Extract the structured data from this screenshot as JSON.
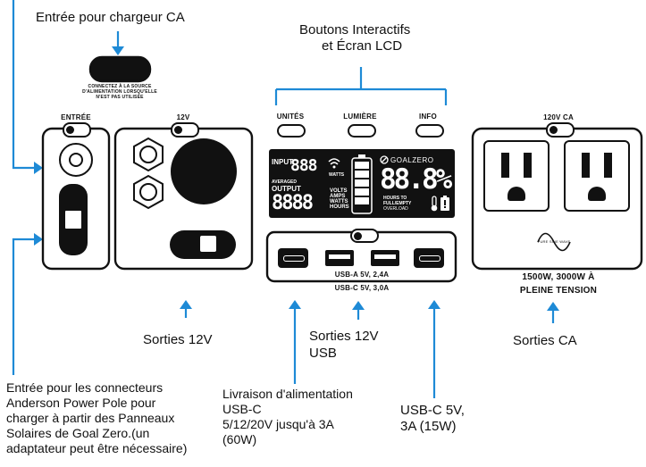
{
  "callouts": {
    "ac_charger_input": "Entrée pour chargeur CA",
    "buttons_lcd_line1": "Boutons Interactifs",
    "buttons_lcd_line2": "et Écran LCD",
    "outputs_12v": "Sorties 12V",
    "outputs_12v_usb_line1": "Sorties 12V",
    "outputs_12v_usb_line2": "USB",
    "outputs_ac": "Sorties CA",
    "anderson_input": "Entrée pour les connecteurs\nAnderson Power Pole pour\ncharger à partir des Panneaux\nSolaires de Goal Zero.(un\nadaptateur peut être nécessaire)",
    "usbc_pd": "Livraison d'alimentation\nUSB-C\n5/12/20V jusqu'à 3A\n(60W)",
    "usbc_5v": "USB-C 5V,\n3A (15W)"
  },
  "panel": {
    "charger_note": "CONNECTEZ À LA SOURCE\nD'ALIMENTATION LORSQU'ELLE\nN'EST PAS UTILISÉE",
    "entree_label": "ENTRÉE",
    "twelve_v_label": "12V",
    "btn_units": "UNITÉS",
    "btn_light": "LUMIÈRE",
    "btn_info": "INFO",
    "ac_label": "120V CA",
    "usb_spec_a": "USB-A 5V, 2,4A",
    "usb_spec_c": "USB-C 5V, 3,0A",
    "ac_spec_line1": "1500W, 3000W À",
    "ac_spec_line2": "PLEINE TENSION",
    "pure_sine": "PURE SINE WAVE"
  },
  "lcd": {
    "input": "INPUT",
    "input_digits": "888",
    "watts": "WATTS",
    "averaged": "AVERAGED",
    "output": "OUTPUT",
    "output_digits": "8888",
    "units_lines": "VOLTS\nAMPS\nWATTS\nHOURS",
    "brand": "GOALZERO",
    "percent": "88.8%",
    "hours_to": "HOURS TO",
    "full_empty": "FULL/EMPTY",
    "overload": "OVERLOAD"
  },
  "colors": {
    "accent": "#1e8ad6",
    "outline": "#111111",
    "lcd_background": "#111111"
  },
  "icons": [
    "wifi-icon",
    "battery-icon",
    "thermometer-icon",
    "battery-warning-icon",
    "sine-wave-icon"
  ]
}
